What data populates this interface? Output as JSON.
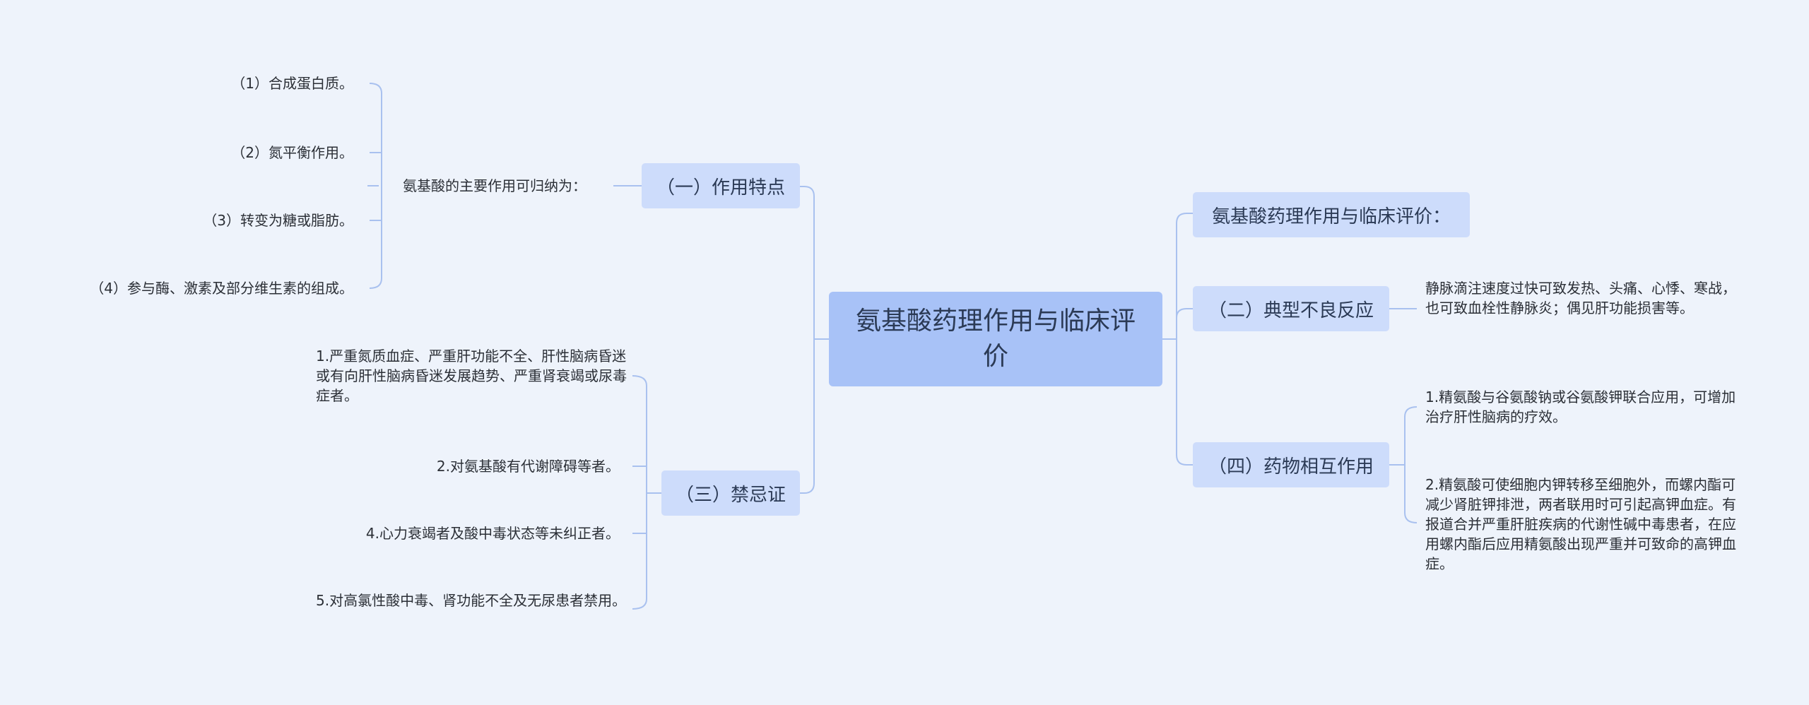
{
  "root": {
    "title": "氨基酸药理作用与临床评价"
  },
  "left": {
    "b1": {
      "label": "（一）作用特点",
      "sub": "氨基酸的主要作用可归纳为：",
      "items": [
        "（1）合成蛋白质。",
        "（2）氮平衡作用。",
        "（3）转变为糖或脂肪。",
        "（4）参与酶、激素及部分维生素的组成。"
      ]
    },
    "b3": {
      "label": "（三）禁忌证",
      "items": [
        "1.严重氮质血症、严重肝功能不全、肝性脑病昏迷或有向肝性脑病昏迷发展趋势、严重肾衰竭或尿毒症者。",
        "2.对氨基酸有代谢障碍等者。",
        "4.心力衰竭者及酸中毒状态等未纠正者。",
        "5.对高氯性酸中毒、肾功能不全及无尿患者禁用。"
      ]
    }
  },
  "right": {
    "b0": {
      "label": "氨基酸药理作用与临床评价："
    },
    "b2": {
      "label": "（二）典型不良反应",
      "items": [
        "静脉滴注速度过快可致发热、头痛、心悸、寒战，也可致血栓性静脉炎；偶见肝功能损害等。"
      ]
    },
    "b4": {
      "label": "（四）药物相互作用",
      "items": [
        "1.精氨酸与谷氨酸钠或谷氨酸钾联合应用，可增加治疗肝性脑病的疗效。",
        "2.精氨酸可使细胞内钾转移至细胞外，而螺内酯可减少肾脏钾排泄，两者联用时可引起高钾血症。有报道合并严重肝脏疾病的代谢性碱中毒患者，在应用螺内酯后应用精氨酸出现严重并可致命的高钾血症。"
      ]
    }
  },
  "colors": {
    "line": "#a9c1ef",
    "root_bg": "#a8c2f7",
    "branch_bg": "#cddcfb",
    "background": "#eef3fb"
  }
}
